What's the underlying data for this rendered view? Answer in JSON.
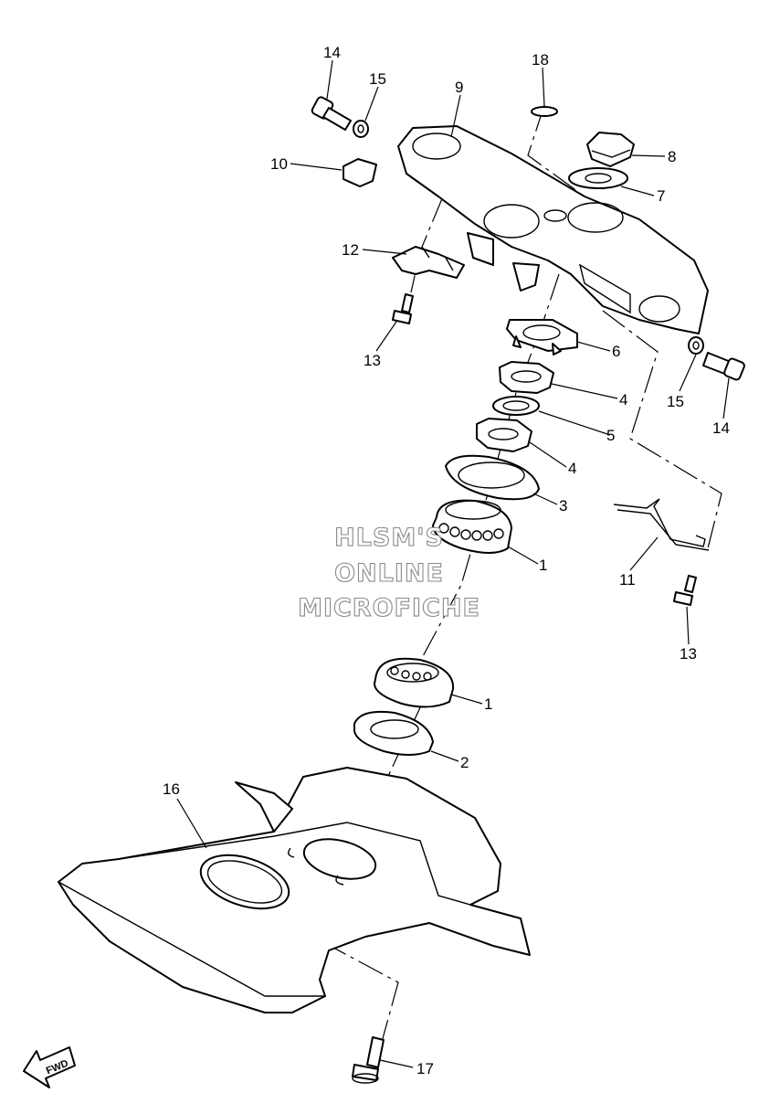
{
  "callouts": {
    "c1a": "1",
    "c1b": "1",
    "c2": "2",
    "c3": "3",
    "c4a": "4",
    "c4b": "4",
    "c5": "5",
    "c6": "6",
    "c7": "7",
    "c8": "8",
    "c9": "9",
    "c10": "10",
    "c11": "11",
    "c12": "12",
    "c13a": "13",
    "c13b": "13",
    "c14a": "14",
    "c14b": "14",
    "c15a": "15",
    "c15b": "15",
    "c16": "16",
    "c17": "17",
    "c18": "18"
  },
  "watermark": {
    "line1": "HLSM'S",
    "line2": "ONLINE",
    "line3": "MICROFICHE"
  },
  "fwd_label": "FWD"
}
